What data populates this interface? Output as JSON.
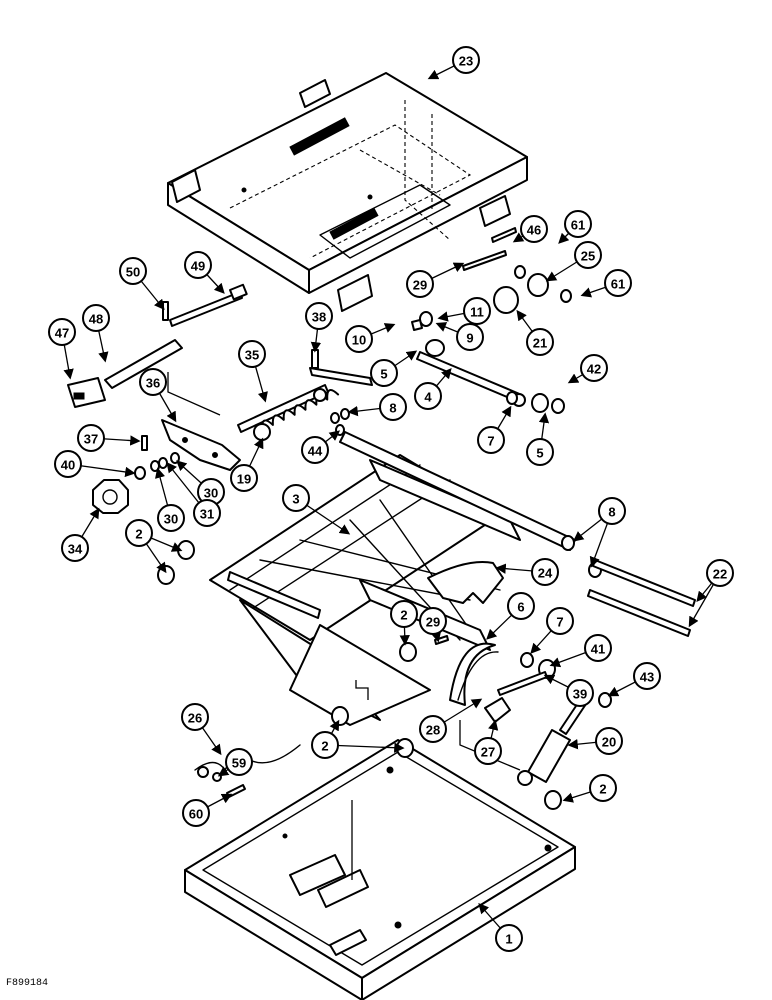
{
  "figure_code": "F899184",
  "callouts": [
    "23",
    "46",
    "61",
    "25",
    "61",
    "50",
    "49",
    "29",
    "11",
    "21",
    "47",
    "48",
    "38",
    "10",
    "9",
    "35",
    "5",
    "4",
    "42",
    "36",
    "8",
    "37",
    "44",
    "7",
    "5",
    "40",
    "30",
    "19",
    "30",
    "31",
    "34",
    "3",
    "8",
    "2",
    "24",
    "22",
    "2",
    "29",
    "6",
    "7",
    "41",
    "43",
    "39",
    "26",
    "28",
    "20",
    "2",
    "27",
    "59",
    "2",
    "60",
    "1"
  ]
}
